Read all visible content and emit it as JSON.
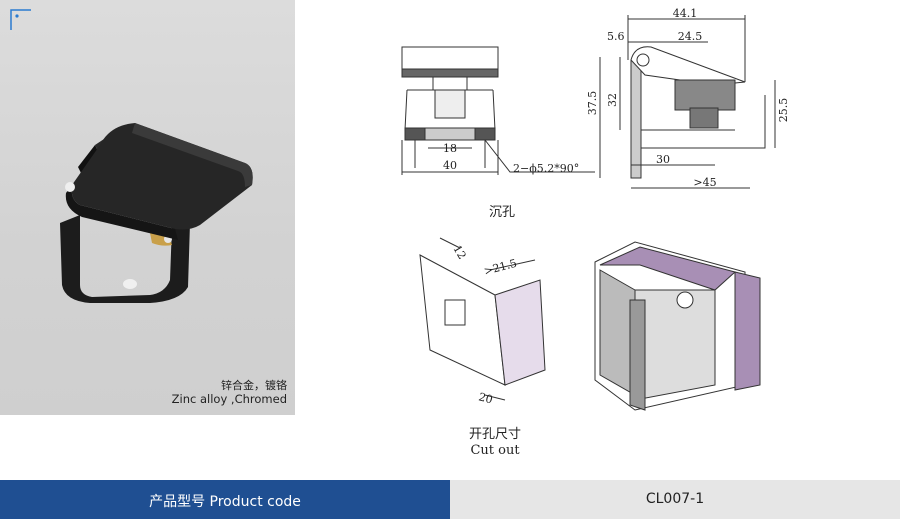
{
  "material": {
    "cn": "锌合金，镀铬",
    "en": "Zinc alloy ,Chromed"
  },
  "drawing": {
    "front_view": {
      "dim_width": "40",
      "dim_inner": "18",
      "hole_callout": "2−ϕ5.2*90°"
    },
    "side_view": {
      "dim_top": "44.1",
      "dim_mid": "24.5",
      "dim_left": "5.6",
      "dim_height_outer": "37.5",
      "dim_height_inner": "32",
      "dim_height_right": "25.5",
      "dim_bottom": "30",
      "dim_bottom_min": ">45"
    },
    "countersink_label": "沉孔",
    "cutout": {
      "dim_12": "12",
      "dim_min": ">21.5",
      "dim_20": "20",
      "label_cn": "开孔尺寸",
      "label_en": "Cut out"
    }
  },
  "product_code": {
    "label": "产品型号  Product code",
    "value": "CL007-1"
  },
  "colors": {
    "bar_blue": "#1f4f92",
    "bar_grey": "#e6e6e6",
    "accent_purple": "#a88fb5"
  }
}
